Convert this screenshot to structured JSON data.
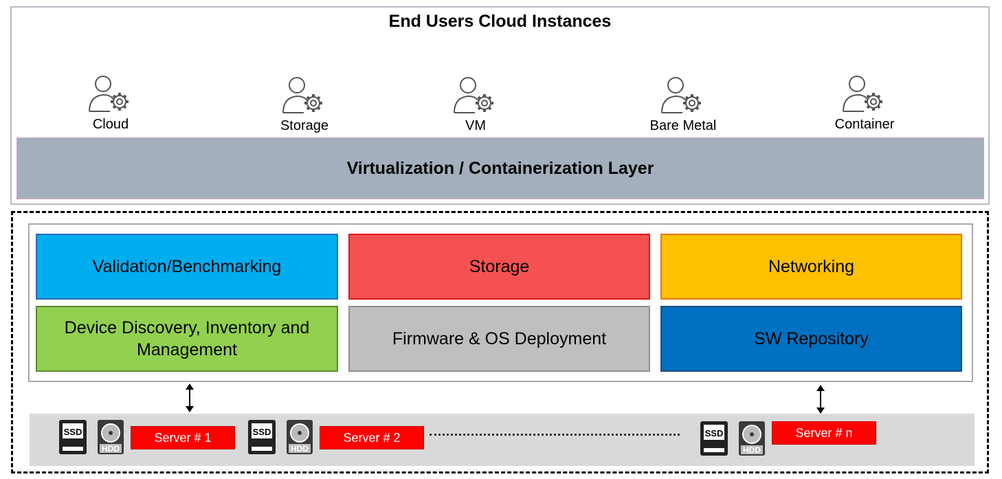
{
  "top": {
    "title": "End Users Cloud Instances",
    "users": [
      {
        "label": "Cloud",
        "icon": "user-gear-icon"
      },
      {
        "label": "Storage",
        "icon": "user-gear-icon"
      },
      {
        "label": "VM",
        "icon": "user-gear-icon"
      },
      {
        "label": "Bare Metal",
        "icon": "user-gear-icon"
      },
      {
        "label": "Container",
        "icon": "user-gear-icon"
      }
    ],
    "layer": "Virtualization / Containerization Layer"
  },
  "services": {
    "validation": "Validation/Benchmarking",
    "storage": "Storage",
    "networking": "Networking",
    "device_discovery": "Device Discovery, Inventory and Management",
    "firmware": "Firmware & OS Deployment",
    "sw_repository": "SW Repository"
  },
  "colors": {
    "validation": "#00adef",
    "storage": "#f55151",
    "networking": "#ffc000",
    "device_discovery": "#92d050",
    "firmware": "#bfbfbf",
    "sw_repository": "#0070c0",
    "server": "#ff0000"
  },
  "servers": [
    {
      "label": "Server # 1",
      "ssd": "SSD",
      "hdd": "HDD"
    },
    {
      "label": "Server # 2",
      "ssd": "SSD",
      "hdd": "HDD"
    },
    {
      "label": "Server # n",
      "ssd": "SSD",
      "hdd": "HDD"
    }
  ]
}
